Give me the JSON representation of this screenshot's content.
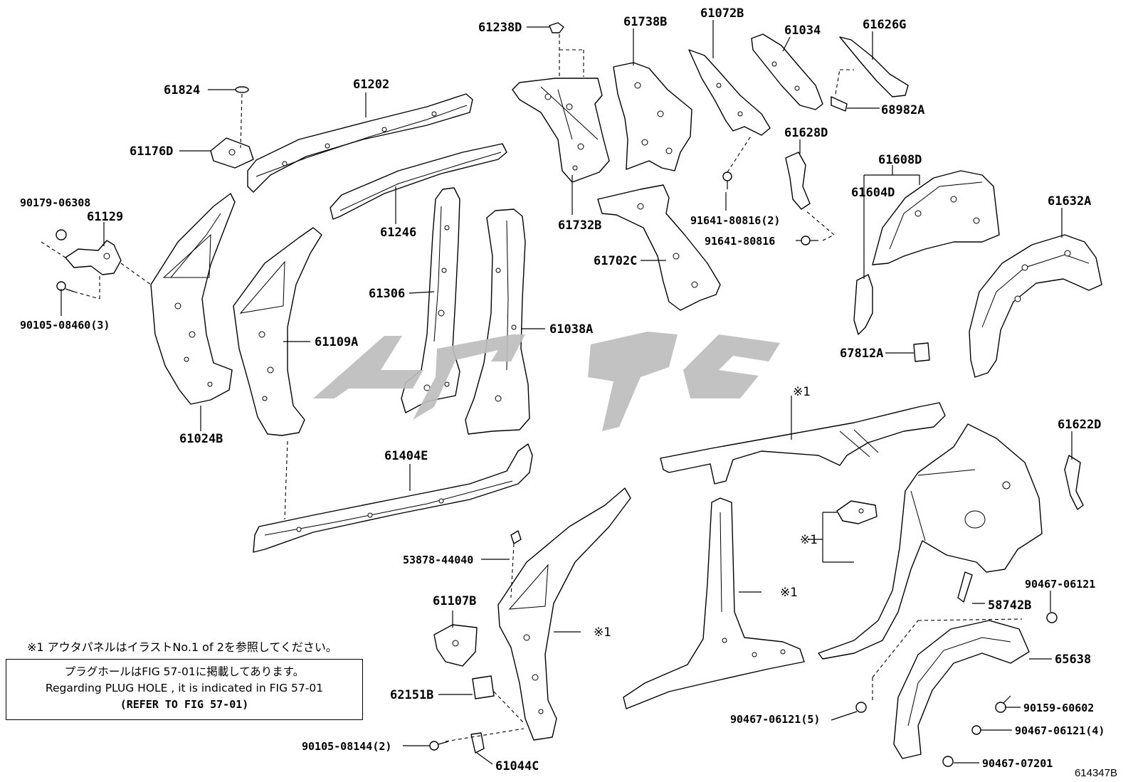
{
  "labels": {
    "p61238D": "61238D",
    "p61738B": "61738B",
    "p61072B": "61072B",
    "p61034": "61034",
    "p61626G": "61626G",
    "p61824": "61824",
    "p61202": "61202",
    "p68982A": "68982A",
    "p61176D": "61176D",
    "p61628D": "61628D",
    "p90179_06308": "90179-06308",
    "p61129": "61129",
    "p61246": "61246",
    "p61732B": "61732B",
    "p61608D": "61608D",
    "p61604D": "61604D",
    "p61632A": "61632A",
    "p91641_80816_2": "91641-80816(2)",
    "p91641_80816": "91641-80816",
    "p61702C": "61702C",
    "p61306": "61306",
    "p90105_08460_3": "90105-08460(3)",
    "p61109A": "61109A",
    "p61038A": "61038A",
    "p67812A": "67812A",
    "p61024B": "61024B",
    "p61622D": "61622D",
    "p61404E": "61404E",
    "p53878_44040": "53878-44040",
    "p90467_06121": "90467-06121",
    "p61107B": "61107B",
    "p58742B": "58742B",
    "p65638": "65638",
    "p62151B": "62151B",
    "p90159_60602": "90159-60602",
    "p90467_06121_5": "90467-06121(5)",
    "p90467_06121_4": "90467-06121(4)",
    "p90105_08144_2": "90105-08144(2)",
    "p61044C": "61044C",
    "p90467_07201": "90467-07201",
    "ref_mark": "※1"
  },
  "notes": {
    "footnote": "※1 アウタパネルはイラストNo.1 of 2を参照してください。",
    "box_line1": "プラグホールはFIG 57-01に掲載してあります。",
    "box_line2": "Regarding PLUG HOLE , it is indicated in FIG 57-01",
    "box_line3": "(REFER TO FIG 57-01)"
  },
  "illustration_number": "614347B"
}
